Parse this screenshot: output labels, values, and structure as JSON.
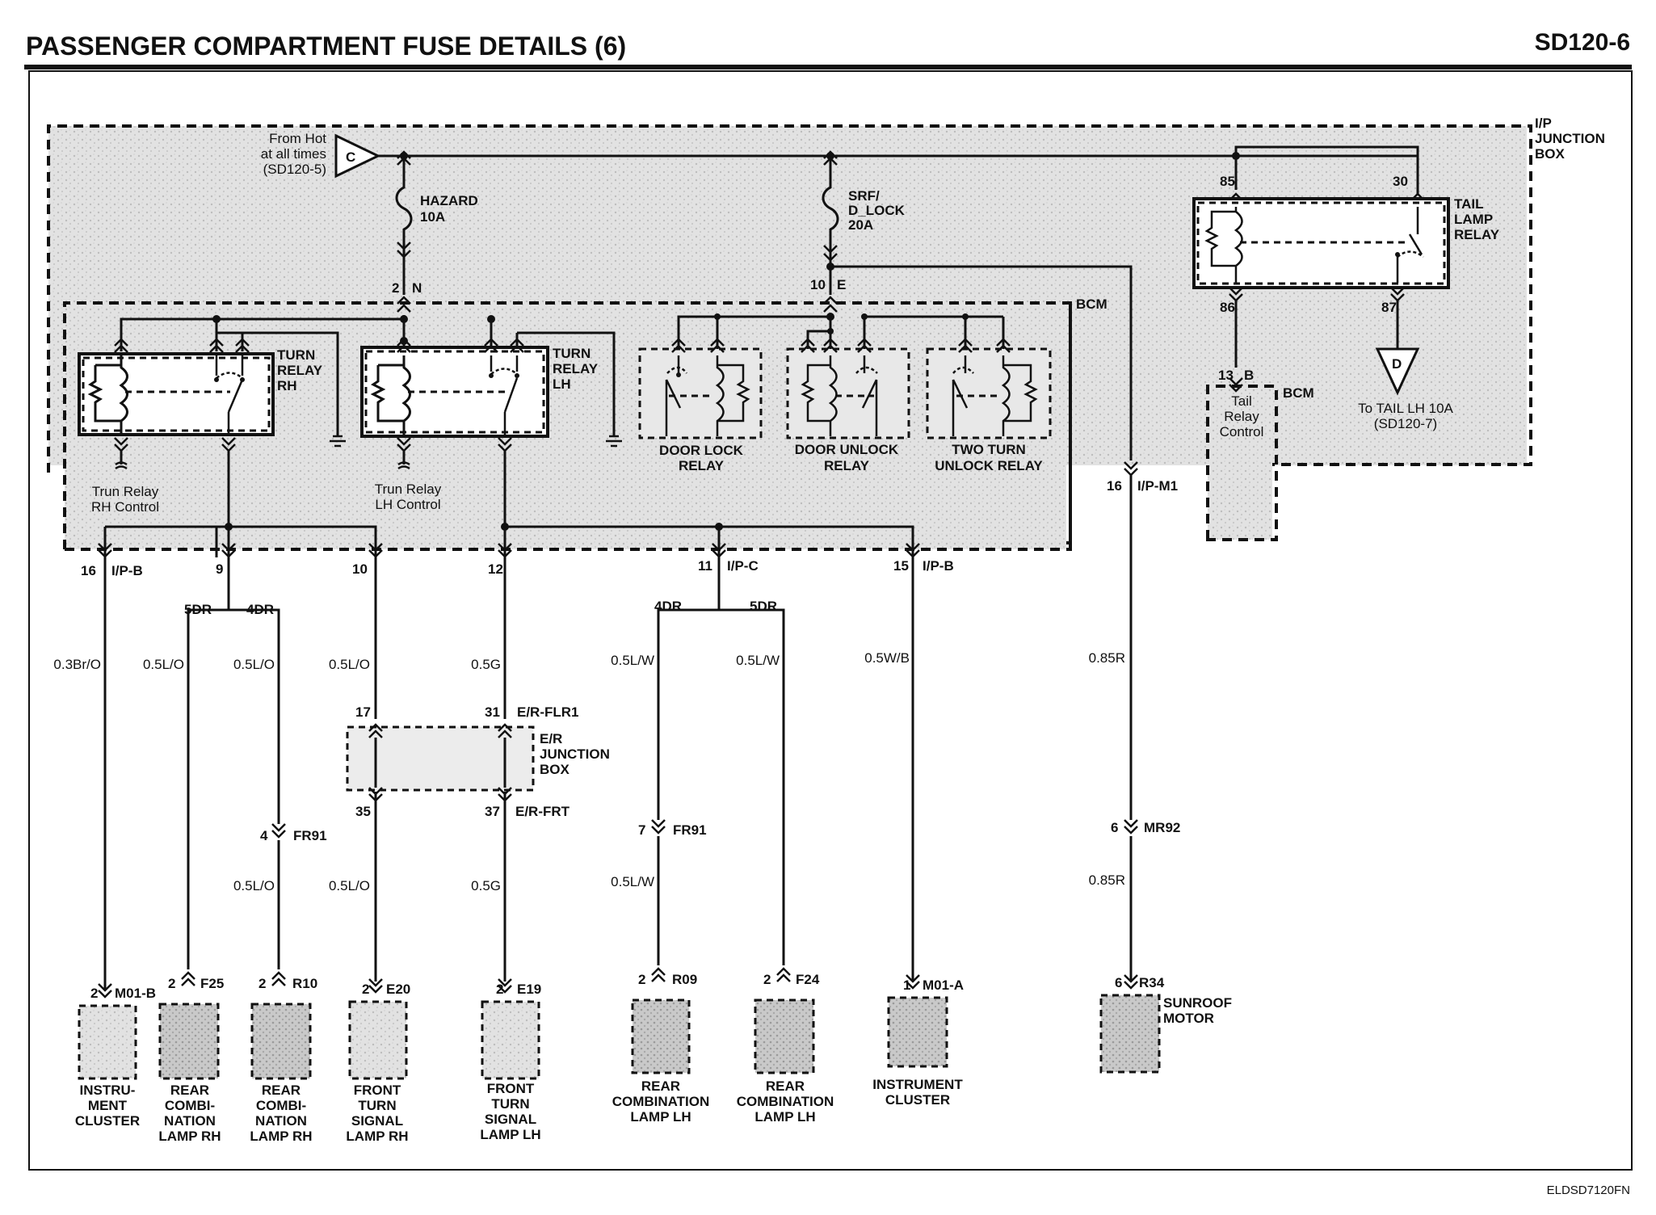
{
  "header": {
    "title": "PASSENGER COMPARTMENT FUSE DETAILS (6)",
    "page_ref": "SD120-6"
  },
  "footer": {
    "code": "ELDSD7120FN"
  },
  "source": {
    "from_hot": [
      "From Hot",
      "at all times",
      "(SD120-5)"
    ],
    "connector_c": "C",
    "connector_d": "D",
    "to_tail": [
      "To TAIL LH 10A",
      "(SD120-7)"
    ]
  },
  "ip_junction": {
    "label": [
      "I/P",
      "JUNCTION",
      "BOX"
    ]
  },
  "fuses": {
    "hazard": [
      "HAZARD",
      "10A"
    ],
    "srf": [
      "SRF/",
      "D_LOCK",
      "20A"
    ]
  },
  "pins": {
    "n_num": "2",
    "n_letter": "N",
    "e_num": "10",
    "e_letter": "E",
    "p85": "85",
    "p30": "30",
    "p86": "86",
    "p87": "87",
    "b_num": "13",
    "b_letter": "B"
  },
  "bcm": {
    "label": "BCM",
    "label2": "BCM",
    "tail_control": [
      "Tail",
      "Relay",
      "Control"
    ]
  },
  "relays": {
    "turn_rh": [
      "TURN",
      "RELAY",
      "RH"
    ],
    "turn_lh": [
      "TURN",
      "RELAY",
      "LH"
    ],
    "tail_lamp": [
      "TAIL",
      "LAMP",
      "RELAY"
    ],
    "door_lock": [
      "DOOR LOCK",
      "RELAY"
    ],
    "door_unlock": [
      "DOOR UNLOCK",
      "RELAY"
    ],
    "two_turn": [
      "TWO TURN",
      "UNLOCK RELAY"
    ],
    "rh_control": [
      "Trun Relay",
      "RH Control"
    ],
    "lh_control": [
      "Trun Relay",
      "LH Control"
    ]
  },
  "connectors": {
    "c1": {
      "num": "16",
      "name": "I/P-B"
    },
    "c2": {
      "num": "9"
    },
    "c3": {
      "num": "10"
    },
    "c4": {
      "num": "12"
    },
    "c5": {
      "num": "11",
      "name": "I/P-C"
    },
    "c6": {
      "num": "15",
      "name": "I/P-B"
    },
    "c7": {
      "num": "16",
      "name": "I/P-M1"
    }
  },
  "branches": {
    "b5dr_a": "5DR",
    "b4dr_a": "4DR",
    "b4dr_b": "4DR",
    "b5dr_b": "5DR"
  },
  "wires": {
    "w1": "0.3Br/O",
    "w2": "0.5L/O",
    "w3": "0.5L/O",
    "w4": "0.5L/O",
    "w5": "0.5G",
    "w6": "0.5L/W",
    "w7": "0.5L/W",
    "w8": "0.5W/B",
    "w9": "0.85R",
    "w3b": "0.5L/O",
    "w4b": "0.5L/O",
    "w5b": "0.5G",
    "w6b": "0.5L/W",
    "w9b": "0.85R"
  },
  "er_junction": {
    "label": [
      "E/R",
      "JUNCTION",
      "BOX"
    ],
    "p17": "17",
    "p31": "31",
    "flr1": "E/R-FLR1",
    "p35": "35",
    "p37": "37",
    "frt": "E/R-FRT"
  },
  "inline": {
    "fr91a_num": "4",
    "fr91a": "FR91",
    "fr91b_num": "7",
    "fr91b": "FR91",
    "mr92_num": "6",
    "mr92": "MR92"
  },
  "components": [
    {
      "pin": "2",
      "conn": "M01-B",
      "label": [
        "INSTRU-",
        "MENT",
        "CLUSTER"
      ]
    },
    {
      "pin": "2",
      "conn": "F25",
      "label": [
        "REAR",
        "COMBI-",
        "NATION",
        "LAMP RH"
      ]
    },
    {
      "pin": "2",
      "conn": "R10",
      "label": [
        "REAR",
        "COMBI-",
        "NATION",
        "LAMP RH"
      ]
    },
    {
      "pin": "2",
      "conn": "E20",
      "label": [
        "FRONT",
        "TURN",
        "SIGNAL",
        "LAMP RH"
      ]
    },
    {
      "pin": "2",
      "conn": "E19",
      "label": [
        "FRONT",
        "TURN",
        "SIGNAL",
        "LAMP LH"
      ]
    },
    {
      "pin": "2",
      "conn": "R09",
      "label": [
        "REAR",
        "COMBINATION",
        "LAMP LH"
      ]
    },
    {
      "pin": "2",
      "conn": "F24",
      "label": [
        "REAR",
        "COMBINATION",
        "LAMP LH"
      ]
    },
    {
      "pin": "1",
      "conn": "M01-A",
      "label": [
        "INSTRUMENT",
        "CLUSTER"
      ]
    },
    {
      "pin": "6",
      "conn": "R34",
      "label": [
        "SUNROOF",
        "MOTOR"
      ]
    }
  ]
}
